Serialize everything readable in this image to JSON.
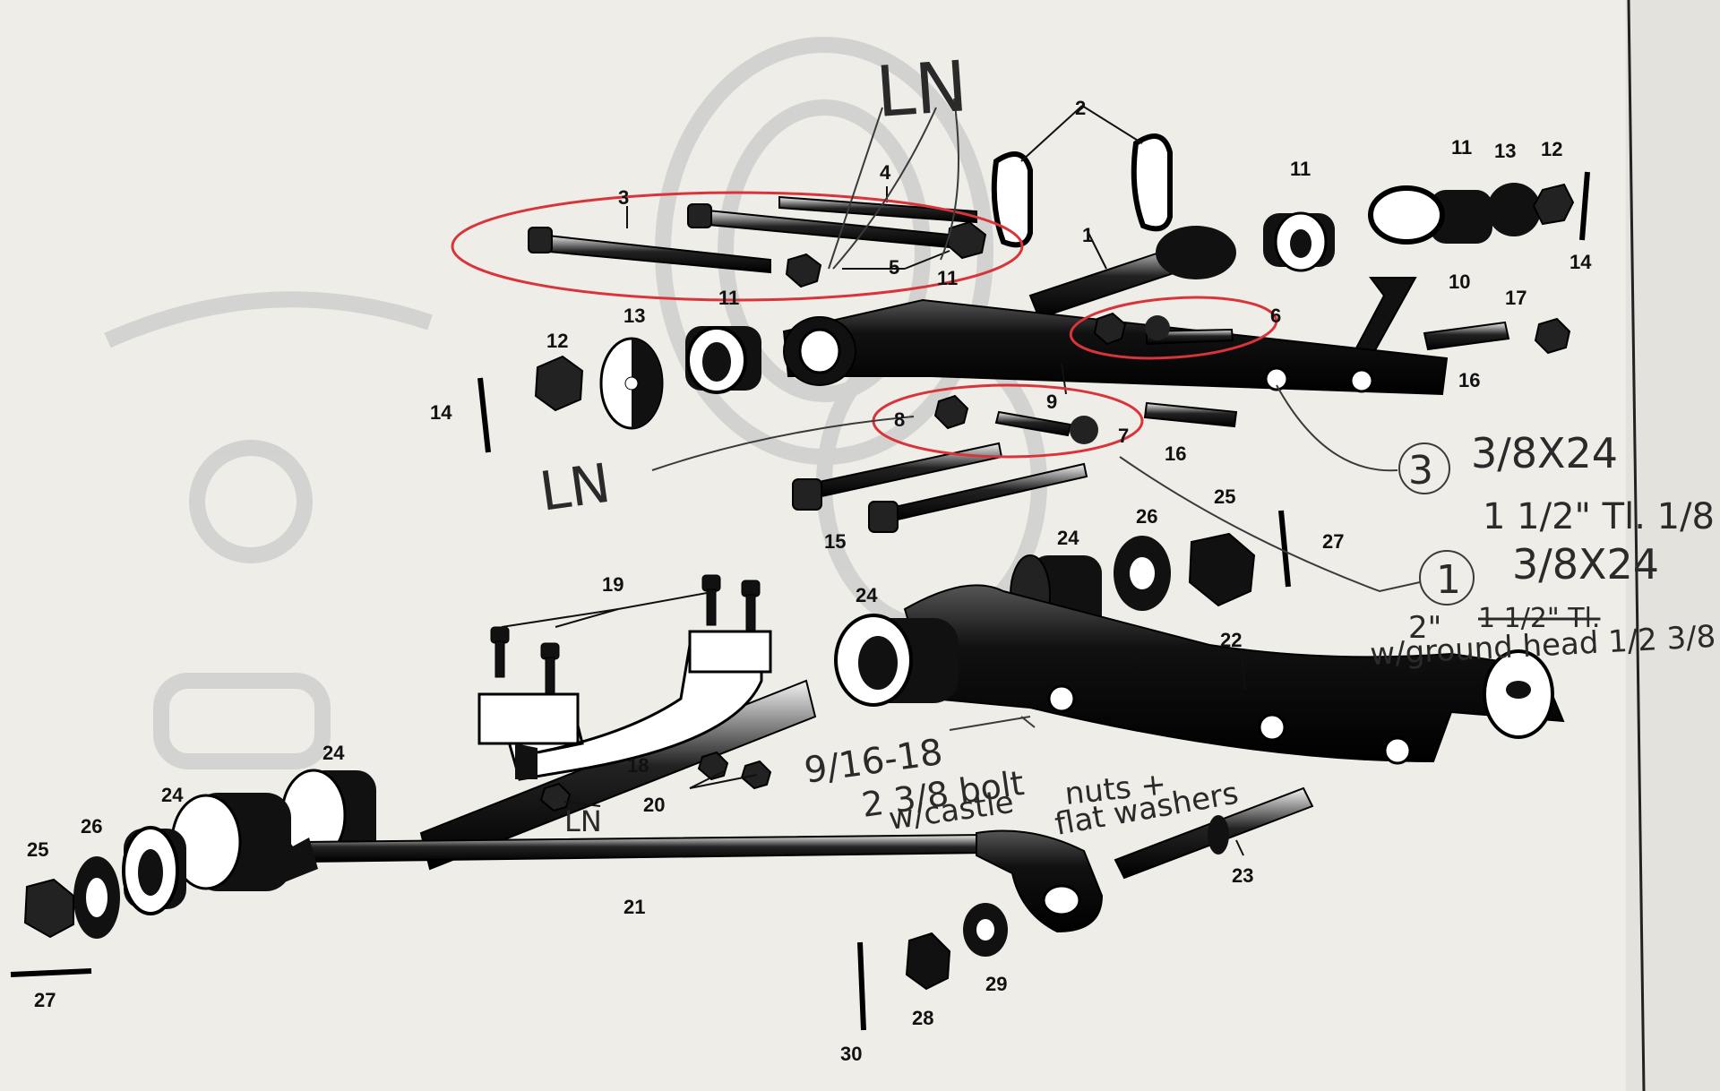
{
  "colors": {
    "paper": "#efede8",
    "ink": "#111111",
    "pencil": "#2a2a2a",
    "circle": "#d8343a",
    "ghost": "#c9c9c9"
  },
  "part_labels": [
    "1",
    "2",
    "3",
    "4",
    "5",
    "6",
    "7",
    "8",
    "9",
    "10",
    "11",
    "11",
    "11",
    "11",
    "12",
    "12",
    "13",
    "13",
    "14",
    "14",
    "15",
    "16",
    "16",
    "17",
    "18",
    "19",
    "20",
    "21",
    "22",
    "23",
    "24",
    "24",
    "24",
    "24",
    "25",
    "25",
    "26",
    "26",
    "27",
    "27",
    "28",
    "29",
    "30"
  ],
  "notes": {
    "ln_top": "LN",
    "ln_left": "LN",
    "ln_bottom": "LN",
    "circled_3": "3",
    "bolt3_size": "3/8X24",
    "bolt3_length": "1 1/2\" Tl. 1/8",
    "circled_1": "1",
    "bolt1_size": "3/8X24",
    "bolt1_length": "2\"",
    "bolt1_crossed": "1 1/2\" Tl.",
    "bolt1_note": "w/ground head 1/2 3/8",
    "bolt_9_16": "9/16-18",
    "bolt_9_16_len": "2 3/8 bolt",
    "bolt_9_16_castle": "w/castle",
    "bolt_9_16_nuts": "nuts +",
    "bolt_9_16_washers": "flat washers"
  }
}
